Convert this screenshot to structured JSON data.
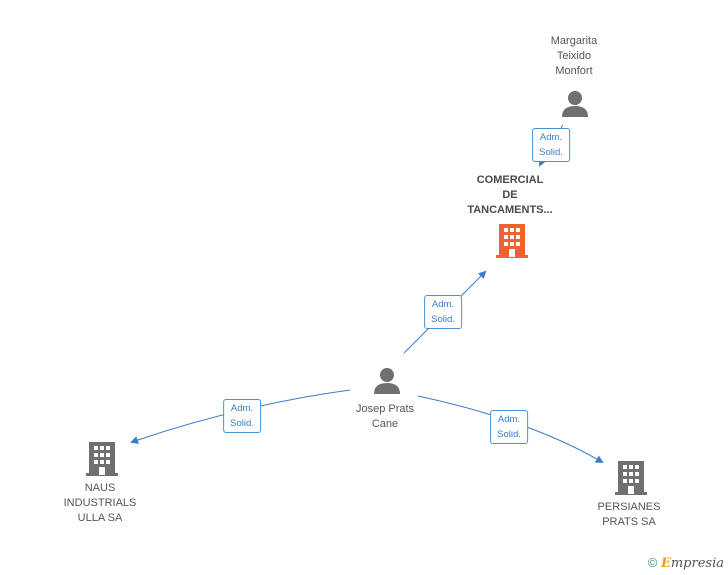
{
  "nodes": {
    "margarita": {
      "label_lines": [
        "Margarita",
        "Teixido",
        "Monfort"
      ],
      "type": "person",
      "color": "#707070"
    },
    "comercial": {
      "label_lines": [
        "COMERCIAL",
        "DE",
        "TANCAMENTS..."
      ],
      "type": "company",
      "color": "#f0622f"
    },
    "josep": {
      "label_lines": [
        "Josep Prats",
        "Cane"
      ],
      "type": "person",
      "color": "#707070"
    },
    "naus": {
      "label_lines": [
        "NAUS",
        "INDUSTRIALS",
        "ULLA SA"
      ],
      "type": "company",
      "color": "#707070"
    },
    "persianes": {
      "label_lines": [
        "PERSIANES",
        "PRATS SA"
      ],
      "type": "company",
      "color": "#707070"
    }
  },
  "edges": [
    {
      "from": "margarita",
      "to": "comercial",
      "label_lines": [
        "Adm.",
        "Solid."
      ]
    },
    {
      "from": "josep",
      "to": "comercial",
      "label_lines": [
        "Adm.",
        "Solid."
      ]
    },
    {
      "from": "josep",
      "to": "naus",
      "label_lines": [
        "Adm.",
        "Solid."
      ]
    },
    {
      "from": "josep",
      "to": "persianes",
      "label_lines": [
        "Adm.",
        "Solid."
      ]
    }
  ],
  "colors": {
    "edge": "#3a7cc8"
  },
  "footer": {
    "copyright_symbol": "©",
    "brand_first": "E",
    "brand_rest": "mpresia"
  }
}
